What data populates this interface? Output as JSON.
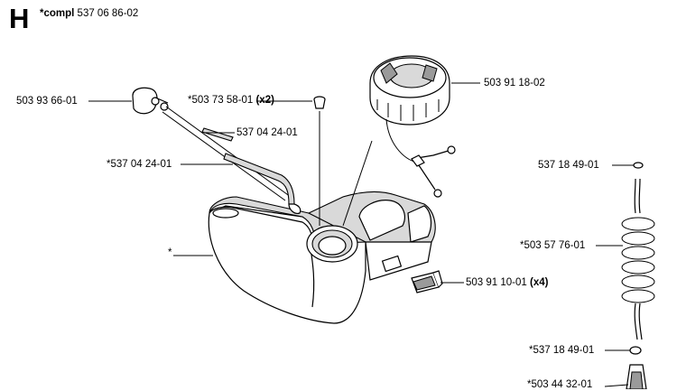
{
  "section": {
    "letter": "H",
    "compl_label": "*compl",
    "compl_number": "537 06 86-02"
  },
  "labels": [
    {
      "id": "a",
      "number": "503 93 66-01",
      "qty": ""
    },
    {
      "id": "b",
      "number": "*503 73 58-01",
      "qty": "(x2)"
    },
    {
      "id": "c",
      "number": "503 91 18-02",
      "qty": ""
    },
    {
      "id": "d",
      "number": "537 04 24-01",
      "qty": ""
    },
    {
      "id": "e",
      "number": "*537 04 24-01",
      "qty": ""
    },
    {
      "id": "f",
      "number": "537 18 49-01",
      "qty": ""
    },
    {
      "id": "g",
      "number": "*503 57 76-01",
      "qty": ""
    },
    {
      "id": "h",
      "number": "*",
      "qty": ""
    },
    {
      "id": "i",
      "number": "503 91 10-01",
      "qty": "(x4)"
    },
    {
      "id": "j",
      "number": "*537 18 49-01",
      "qty": ""
    },
    {
      "id": "k",
      "number": "*503 44 32-01",
      "qty": ""
    }
  ]
}
